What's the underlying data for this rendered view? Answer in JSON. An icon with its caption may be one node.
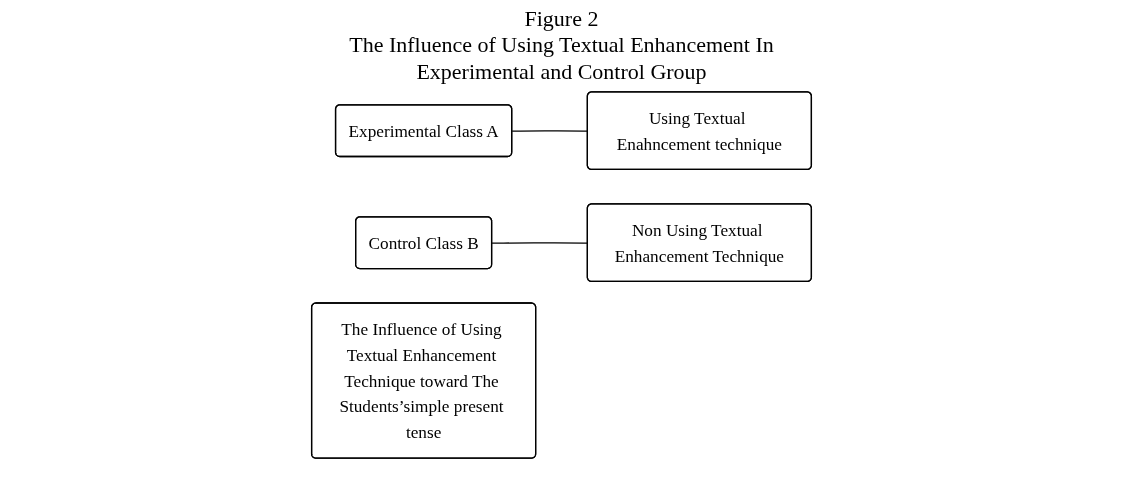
{
  "diagram": {
    "title": "The Influence of Using Textual Enhancement In Experimental and Control Group",
    "nodes": [
      {
        "text": [
          "Experimental Class A"
        ]
      },
      {
        "text": [
          "Using Textual Enahncement technique"
        ]
      },
      {
        "text": [
          "Control  Class B"
        ]
      },
      {
        "text": [
          "Non Using Textual Enhancement Technique"
        ]
      },
      {
        "text": [
          "The Influence of Using Textual Enhancement Technique toward The Students’simple present tense"
        ]
      }
    ],
    "edges": [
      {
        "from": 0,
        "to": 1,
        "arrow": "none"
      },
      {
        "from": 2,
        "to": 3,
        "arrow": "none"
      }
    ],
    "labels": [
      "Figure 2"
    ]
  }
}
